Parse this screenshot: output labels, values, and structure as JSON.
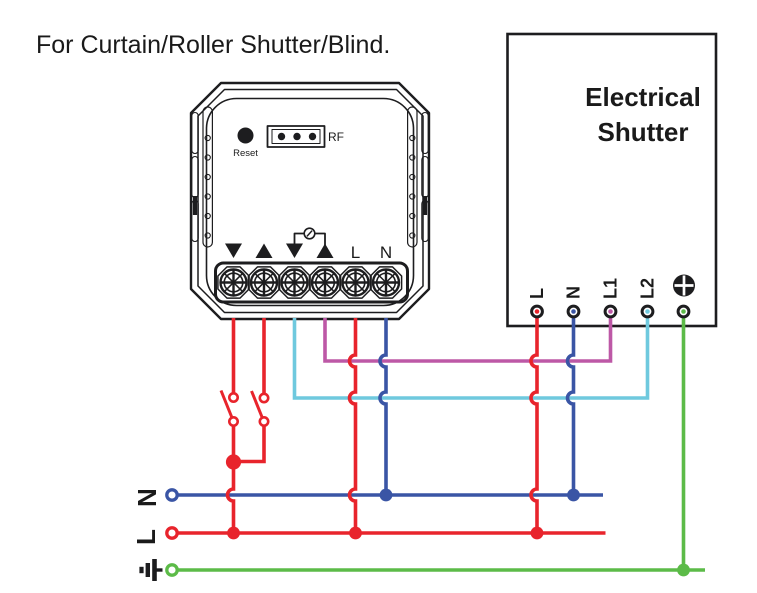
{
  "title": "For Curtain/Roller Shutter/Blind.",
  "module": {
    "reset_label": "Reset",
    "rf_label": "RF",
    "live_label": "L",
    "neutral_label": "N",
    "terminal_symbols": [
      "down-arrow",
      "up-arrow",
      "down-arrow",
      "up-arrow",
      "L",
      "N"
    ]
  },
  "shutter": {
    "title_line1": "Electrical",
    "title_line2": "Shutter",
    "terminals": {
      "live": "L",
      "neutral": "N",
      "l1": "L1",
      "l2": "L2"
    }
  },
  "supply": {
    "neutral_label": "N",
    "live_label": "L"
  },
  "colors": {
    "live": "#e8242c",
    "neutral": "#3a55a5",
    "l1": "#bd58a6",
    "l2": "#6fc9de",
    "earth": "#5cbb48",
    "ink": "#1d1d1f"
  }
}
